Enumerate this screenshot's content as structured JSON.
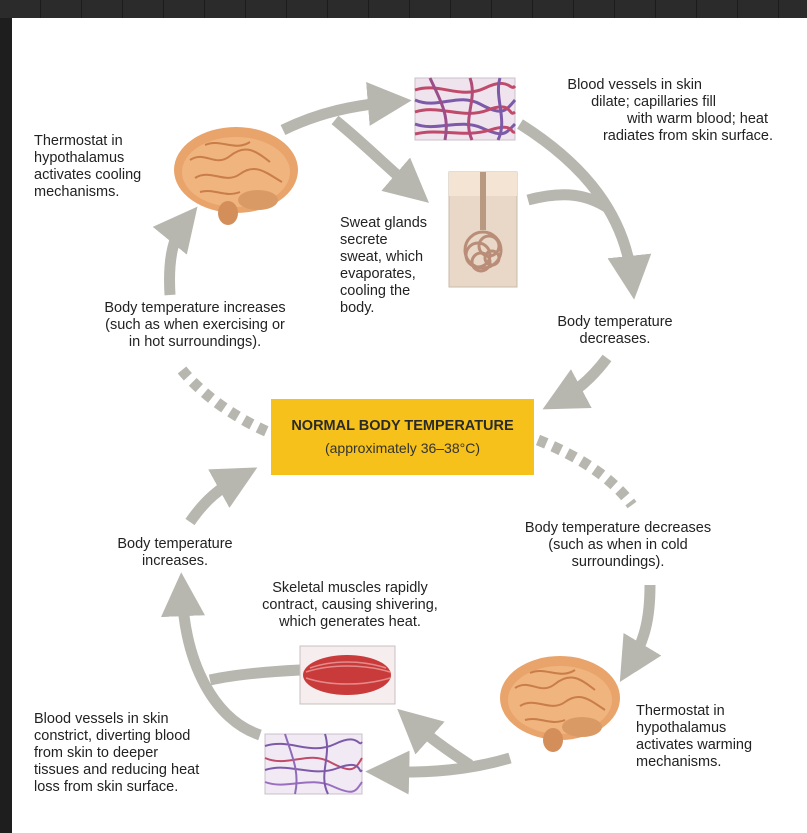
{
  "center_box": {
    "title": "NORMAL BODY TEMPERATURE",
    "subtitle": "(approximately 36–38°C)"
  },
  "labels": {
    "thermostat_cooling": [
      "Thermostat in",
      "hypothalamus",
      "activates cooling",
      "mechanisms."
    ],
    "vessels_dilate": [
      "Blood vessels in skin",
      "dilate; capillaries fill",
      "with warm blood; heat",
      "radiates from skin surface."
    ],
    "sweat_glands": [
      "Sweat glands",
      "secrete",
      "sweat, which",
      "evaporates,",
      "cooling the",
      "body."
    ],
    "temp_increases_hot": [
      "Body temperature increases",
      "(such as when exercising or",
      "in hot surroundings)."
    ],
    "temp_decreases_top": [
      "Body temperature",
      "decreases."
    ],
    "temp_decreases_cold": [
      "Body temperature decreases",
      "(such as when in cold",
      "surroundings)."
    ],
    "temp_increases_bottom": [
      "Body temperature",
      "increases."
    ],
    "skeletal_muscles": [
      "Skeletal muscles rapidly",
      "contract, causing shivering,",
      "which generates heat."
    ],
    "vessels_constrict": [
      "Blood vessels in skin",
      "constrict, diverting blood",
      "from skin to deeper",
      "tissues and reducing heat",
      "loss from skin surface."
    ],
    "thermostat_warming": [
      "Thermostat in",
      "hypothalamus",
      "activates warming",
      "mechanisms."
    ]
  },
  "colors": {
    "arrow": "#b7b7b0",
    "center_box": "#f6c11a",
    "brain": "#e9a46c",
    "vessels_red": "#c04a6a",
    "vessels_purple": "#7c5aa8",
    "muscle": "#c93a3a"
  }
}
